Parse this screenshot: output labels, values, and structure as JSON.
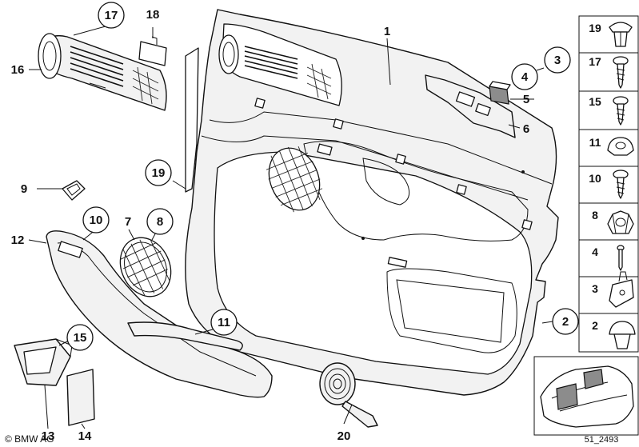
{
  "diagram": {
    "brand_text": "© BMW AG",
    "ref_number": "51_2493",
    "callouts": [
      {
        "id": "c1",
        "label": "1"
      },
      {
        "id": "c2",
        "label": "2"
      },
      {
        "id": "c3",
        "label": "3"
      },
      {
        "id": "c4",
        "label": "4"
      },
      {
        "id": "c5",
        "label": "5"
      },
      {
        "id": "c6",
        "label": "6"
      },
      {
        "id": "c7",
        "label": "7"
      },
      {
        "id": "c8",
        "label": "8"
      },
      {
        "id": "c9",
        "label": "9"
      },
      {
        "id": "c10",
        "label": "10"
      },
      {
        "id": "c11",
        "label": "11"
      },
      {
        "id": "c12",
        "label": "12"
      },
      {
        "id": "c13",
        "label": "13"
      },
      {
        "id": "c14",
        "label": "14"
      },
      {
        "id": "c15",
        "label": "15"
      },
      {
        "id": "c16",
        "label": "16"
      },
      {
        "id": "c17",
        "label": "17"
      },
      {
        "id": "c18",
        "label": "18"
      },
      {
        "id": "c19",
        "label": "19"
      },
      {
        "id": "c20",
        "label": "20"
      }
    ],
    "fastener_panel": [
      {
        "label": "19",
        "icon": "expanding-rivet-icon"
      },
      {
        "label": "17",
        "icon": "screw-icon"
      },
      {
        "label": "15",
        "icon": "screw-icon"
      },
      {
        "label": "11",
        "icon": "clip-nut-icon"
      },
      {
        "label": "10",
        "icon": "screw-icon"
      },
      {
        "label": "8",
        "icon": "expanding-nut-icon"
      },
      {
        "label": "4",
        "icon": "pin-icon"
      },
      {
        "label": "3",
        "icon": "bracket-clip-icon"
      },
      {
        "label": "2",
        "icon": "push-clip-icon"
      }
    ]
  }
}
